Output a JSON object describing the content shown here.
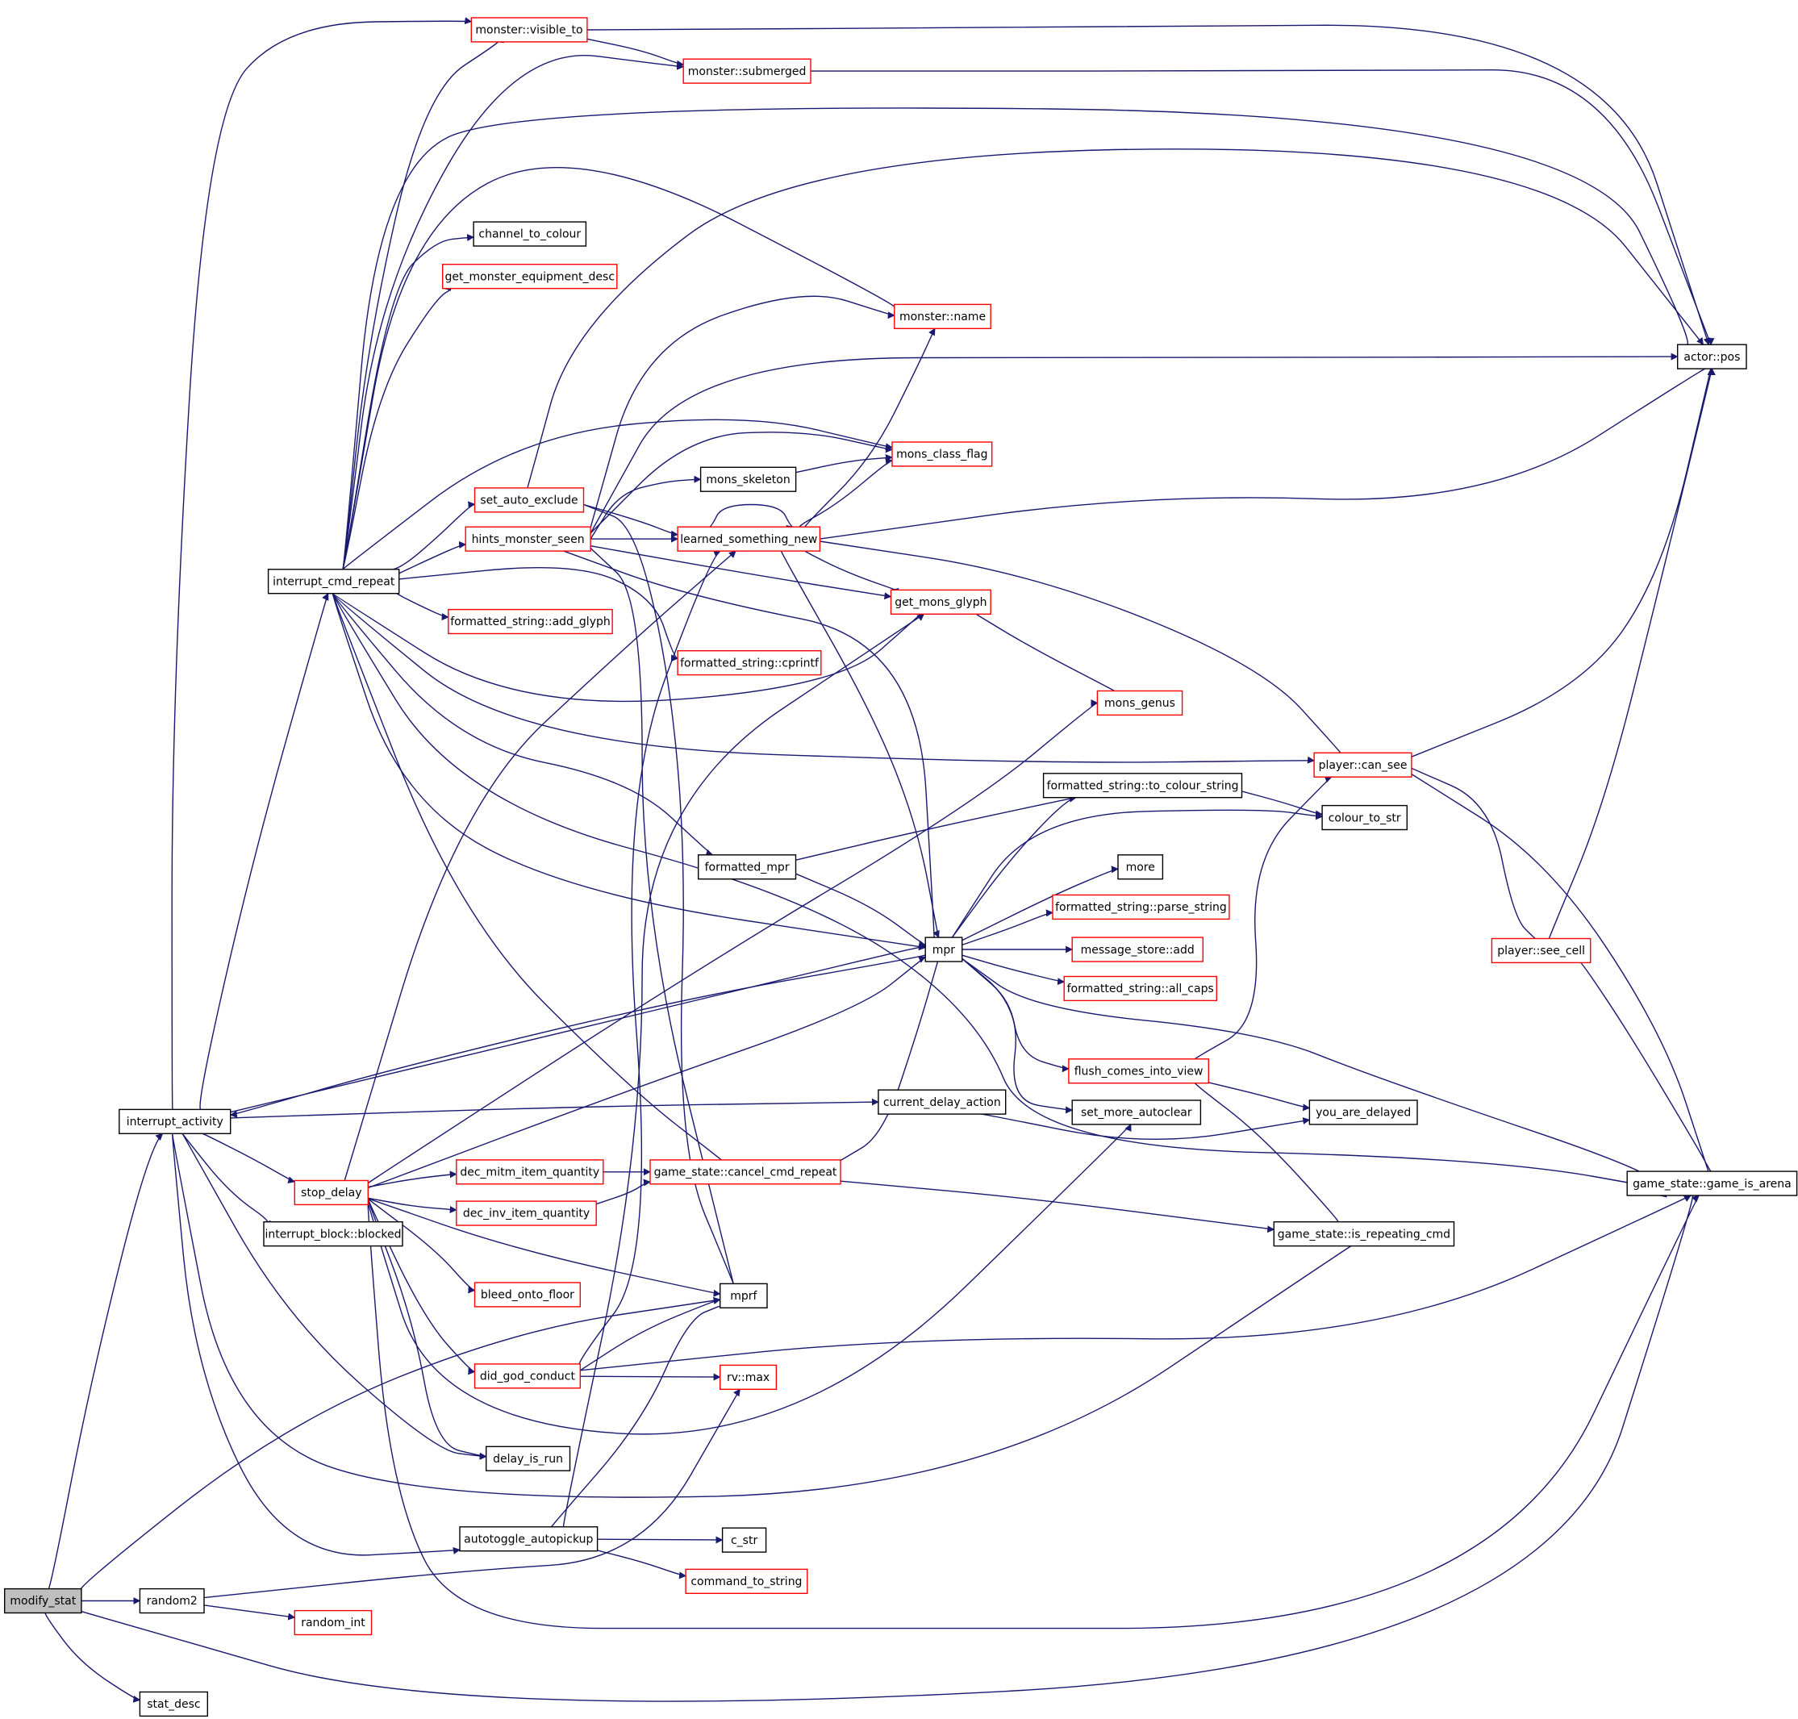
{
  "colors": {
    "edge": "#191970",
    "doc_node_border": "#000000",
    "undoc_node_border": "#ff0000",
    "root_fill": "#bfbfbf",
    "node_fill": "#ffffff"
  },
  "nodes": [
    {
      "id": "modify_stat",
      "label": "modify_stat",
      "style": "root"
    },
    {
      "id": "interrupt_activity",
      "label": "interrupt_activity",
      "style": "black"
    },
    {
      "id": "random2",
      "label": "random2",
      "style": "black"
    },
    {
      "id": "stat_desc",
      "label": "stat_desc",
      "style": "black"
    },
    {
      "id": "random_int",
      "label": "random_int",
      "style": "red"
    },
    {
      "id": "interrupt_cmd_repeat",
      "label": "interrupt_cmd_repeat",
      "style": "black"
    },
    {
      "id": "stop_delay",
      "label": "stop_delay",
      "style": "red"
    },
    {
      "id": "interrupt_block_blocked",
      "label": "interrupt_block::blocked",
      "style": "black"
    },
    {
      "id": "monster_visible_to",
      "label": "monster::visible_to",
      "style": "red"
    },
    {
      "id": "monster_submerged",
      "label": "monster::submerged",
      "style": "red"
    },
    {
      "id": "channel_to_colour",
      "label": "channel_to_colour",
      "style": "black"
    },
    {
      "id": "get_monster_equipment_desc",
      "label": "get_monster_equipment_desc",
      "style": "red"
    },
    {
      "id": "monster_name",
      "label": "monster::name",
      "style": "red"
    },
    {
      "id": "actor_pos",
      "label": "actor::pos",
      "style": "black"
    },
    {
      "id": "mons_class_flag",
      "label": "mons_class_flag",
      "style": "red"
    },
    {
      "id": "mons_skeleton",
      "label": "mons_skeleton",
      "style": "black"
    },
    {
      "id": "set_auto_exclude",
      "label": "set_auto_exclude",
      "style": "red"
    },
    {
      "id": "hints_monster_seen",
      "label": "hints_monster_seen",
      "style": "red"
    },
    {
      "id": "learned_something_new",
      "label": "learned_something_new",
      "style": "red"
    },
    {
      "id": "get_mons_glyph",
      "label": "get_mons_glyph",
      "style": "red"
    },
    {
      "id": "formatted_string_add_glyph",
      "label": "formatted_string::add_glyph",
      "style": "red"
    },
    {
      "id": "formatted_string_cprintf",
      "label": "formatted_string::cprintf",
      "style": "red"
    },
    {
      "id": "mons_genus",
      "label": "mons_genus",
      "style": "red"
    },
    {
      "id": "player_can_see",
      "label": "player::can_see",
      "style": "red"
    },
    {
      "id": "formatted_string_to_colour_string",
      "label": "formatted_string::to_colour_string",
      "style": "black"
    },
    {
      "id": "colour_to_str",
      "label": "colour_to_str",
      "style": "black"
    },
    {
      "id": "formatted_mpr",
      "label": "formatted_mpr",
      "style": "black"
    },
    {
      "id": "more",
      "label": "more",
      "style": "black"
    },
    {
      "id": "formatted_string_parse_string",
      "label": "formatted_string::parse_string",
      "style": "red"
    },
    {
      "id": "mpr",
      "label": "mpr",
      "style": "black"
    },
    {
      "id": "message_store_add",
      "label": "message_store::add",
      "style": "red"
    },
    {
      "id": "formatted_string_all_caps",
      "label": "formatted_string::all_caps",
      "style": "red"
    },
    {
      "id": "player_see_cell",
      "label": "player::see_cell",
      "style": "red"
    },
    {
      "id": "flush_comes_into_view",
      "label": "flush_comes_into_view",
      "style": "red"
    },
    {
      "id": "current_delay_action",
      "label": "current_delay_action",
      "style": "black"
    },
    {
      "id": "set_more_autoclear",
      "label": "set_more_autoclear",
      "style": "black"
    },
    {
      "id": "you_are_delayed",
      "label": "you_are_delayed",
      "style": "black"
    },
    {
      "id": "game_state_game_is_arena",
      "label": "game_state::game_is_arena",
      "style": "black"
    },
    {
      "id": "dec_mitm_item_quantity",
      "label": "dec_mitm_item_quantity",
      "style": "red"
    },
    {
      "id": "game_state_cancel_cmd_repeat",
      "label": "game_state::cancel_cmd_repeat",
      "style": "red"
    },
    {
      "id": "dec_inv_item_quantity",
      "label": "dec_inv_item_quantity",
      "style": "red"
    },
    {
      "id": "game_state_is_repeating_cmd",
      "label": "game_state::is_repeating_cmd",
      "style": "black"
    },
    {
      "id": "bleed_onto_floor",
      "label": "bleed_onto_floor",
      "style": "red"
    },
    {
      "id": "mprf",
      "label": "mprf",
      "style": "black"
    },
    {
      "id": "did_god_conduct",
      "label": "did_god_conduct",
      "style": "red"
    },
    {
      "id": "rv_max",
      "label": "rv::max",
      "style": "red"
    },
    {
      "id": "delay_is_run",
      "label": "delay_is_run",
      "style": "black"
    },
    {
      "id": "autotoggle_autopickup",
      "label": "autotoggle_autopickup",
      "style": "black"
    },
    {
      "id": "c_str",
      "label": "c_str",
      "style": "black"
    },
    {
      "id": "command_to_string",
      "label": "command_to_string",
      "style": "red"
    }
  ]
}
